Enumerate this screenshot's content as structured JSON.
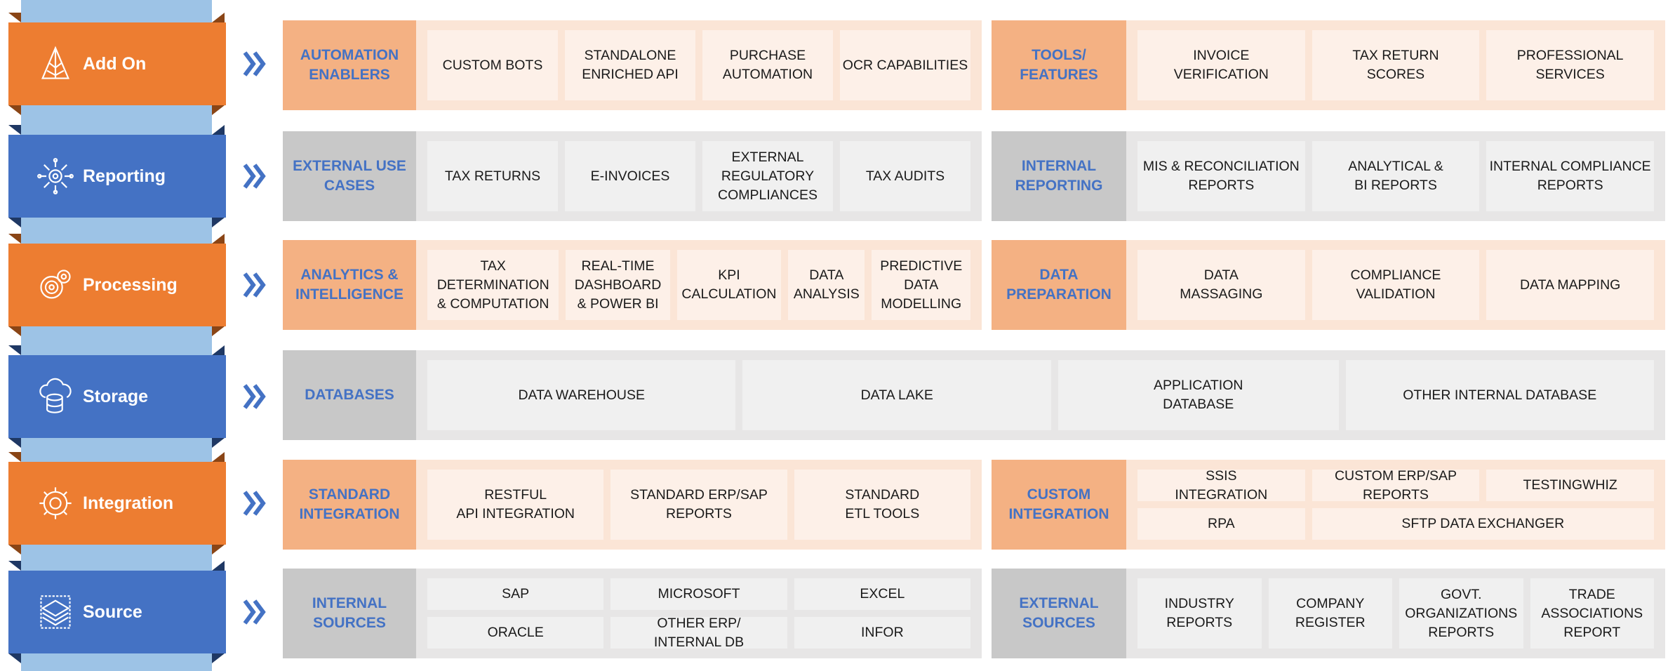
{
  "colors": {
    "orange": "#ed7d31",
    "blue": "#4472c4",
    "spine": "#9dc3e6",
    "orange_head": "#f4b183",
    "orange_bg": "#fbe5d6",
    "orange_cell": "#fdf0e8",
    "gray_head": "#c8c8c8",
    "gray_bg": "#e7e6e6",
    "gray_cell": "#f0f0f0",
    "head_text": "#4472c4"
  },
  "layers": [
    {
      "name": "Add On",
      "icon": "tree-icon",
      "color": "orange",
      "left": {
        "header": "AUTOMATION\nENABLERS",
        "items": [
          "CUSTOM BOTS",
          "STANDALONE\nENRICHED API",
          "PURCHASE\nAUTOMATION",
          "OCR CAPABILITIES"
        ]
      },
      "right": {
        "header": "TOOLS/\nFEATURES",
        "items": [
          "INVOICE\nVERIFICATION",
          "TAX RETURN\nSCORES",
          "PROFESSIONAL SERVICES"
        ]
      }
    },
    {
      "name": "Reporting",
      "icon": "network-gear-icon",
      "color": "blue",
      "left": {
        "header": "EXTERNAL USE\nCASES",
        "items": [
          "TAX RETURNS",
          "E-INVOICES",
          "EXTERNAL\nREGULATORY\nCOMPLIANCES",
          "TAX AUDITS"
        ]
      },
      "right": {
        "header": "INTERNAL\nREPORTING",
        "items": [
          "MIS & RECONCILIATION\nREPORTS",
          "ANALYTICAL &\nBI REPORTS",
          "INTERNAL COMPLIANCE\nREPORTS"
        ]
      }
    },
    {
      "name": "Processing",
      "icon": "gears-icon",
      "color": "orange",
      "left": {
        "header": "ANALYTICS &\nINTELLIGENCE",
        "items": [
          "TAX\nDETERMINATION\n& COMPUTATION",
          "REAL-TIME\nDASHBOARD\n& POWER BI",
          "KPI\nCALCULATION",
          "DATA\nANALYSIS",
          "PREDICTIVE\nDATA\nMODELLING"
        ]
      },
      "right": {
        "header": "DATA\nPREPARATION",
        "items": [
          "DATA\nMASSAGING",
          "COMPLIANCE\nVALIDATION",
          "DATA MAPPING"
        ]
      }
    },
    {
      "name": "Storage",
      "icon": "cloud-database-icon",
      "color": "blue",
      "full": {
        "header": "DATABASES",
        "items": [
          "DATA WAREHOUSE",
          "DATA LAKE",
          "APPLICATION\nDATABASE",
          "OTHER INTERNAL DATABASE"
        ]
      }
    },
    {
      "name": "Integration",
      "icon": "integration-gear-icon",
      "color": "orange",
      "left": {
        "header": "STANDARD\nINTEGRATION",
        "items": [
          "RESTFUL\nAPI INTEGRATION",
          "STANDARD ERP/SAP\nREPORTS",
          "STANDARD\nETL TOOLS"
        ]
      },
      "right": {
        "header": "CUSTOM\nINTEGRATION",
        "items": [
          "SSIS\nINTEGRATION",
          "CUSTOM ERP/SAP\nREPORTS",
          "TESTINGWHIZ",
          "RPA",
          "SFTP DATA EXCHANGER"
        ]
      }
    },
    {
      "name": "Source",
      "icon": "layers-icon",
      "color": "blue",
      "left": {
        "header": "INTERNAL\nSOURCES",
        "items": [
          "SAP",
          "MICROSOFT",
          "EXCEL",
          "ORACLE",
          "OTHER ERP/\nINTERNAL DB",
          "INFOR"
        ]
      },
      "right": {
        "header": "EXTERNAL\nSOURCES",
        "items": [
          "INDUSTRY\nREPORTS",
          "COMPANY\nREGISTER",
          "GOVT.\nORGANIZATIONS\nREPORTS",
          "TRADE\nASSOCIATIONS\nREPORT"
        ]
      }
    }
  ]
}
